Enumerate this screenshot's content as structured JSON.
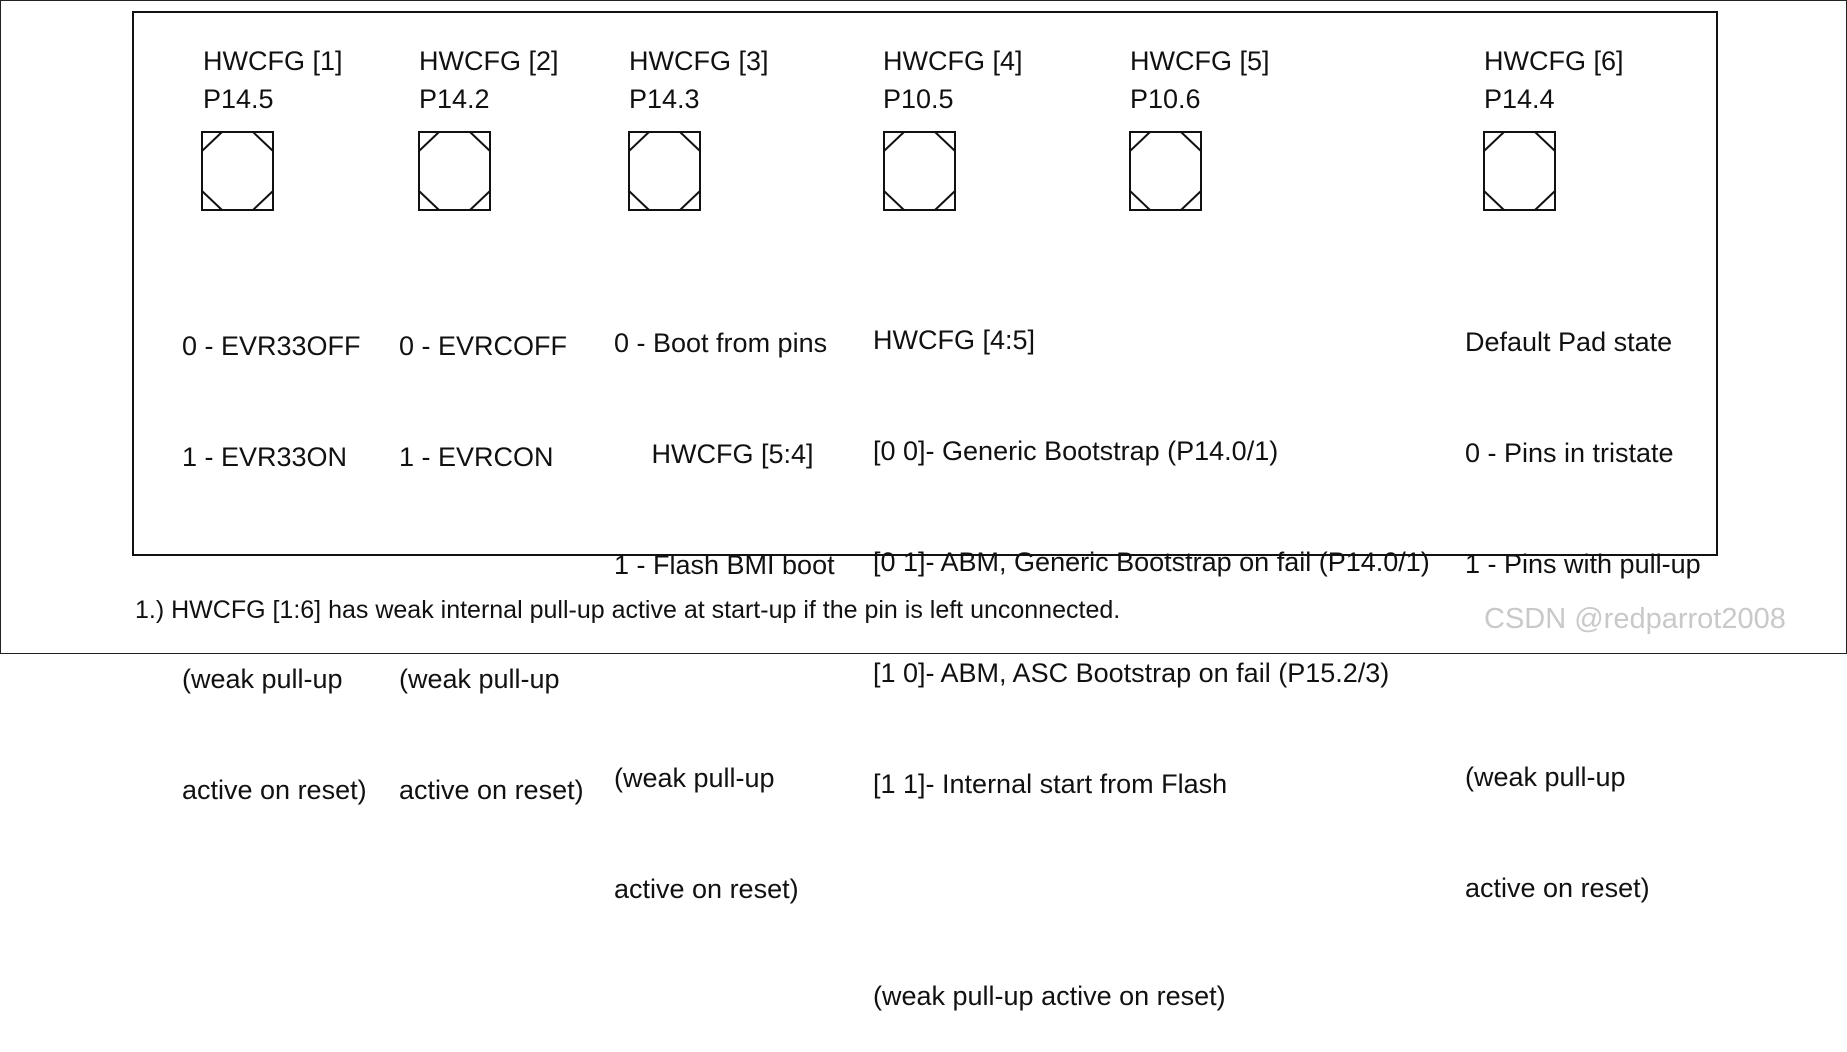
{
  "pins": [
    {
      "name": "HWCFG [1]",
      "port": "P14.5",
      "lines": [
        "0 - EVR33OFF",
        "1 - EVR33ON"
      ],
      "note": [
        "(weak pull-up",
        "active on reset)"
      ]
    },
    {
      "name": "HWCFG [2]",
      "port": "P14.2",
      "lines": [
        "0 - EVRCOFF",
        "1 - EVRCON"
      ],
      "note": [
        "(weak pull-up",
        "active on reset)"
      ]
    },
    {
      "name": "HWCFG [3]",
      "port": "P14.3",
      "lines": [
        "0 - Boot from pins",
        "     HWCFG [5:4]",
        "1 - Flash BMI boot"
      ],
      "note": [
        "(weak pull-up",
        "active on reset)"
      ]
    },
    {
      "name": "HWCFG [4]",
      "port": "P10.5"
    },
    {
      "name": "HWCFG [5]",
      "port": "P10.6"
    },
    {
      "name": "HWCFG [6]",
      "port": "P14.4",
      "lines": [
        "Default Pad state",
        "0 - Pins in tristate",
        "1 - Pins with pull-up"
      ],
      "note": [
        "(weak pull-up",
        "active on reset)"
      ]
    }
  ],
  "combined": {
    "title": "HWCFG [4:5]",
    "lines": [
      "[0 0]- Generic Bootstrap (P14.0/1)",
      "[0 1]- ABM, Generic Bootstrap on fail (P14.0/1)",
      "[1 0]- ABM, ASC Bootstrap on fail (P15.2/3)",
      "[1 1]- Internal start from Flash"
    ],
    "note": "(weak pull-up active on reset)"
  },
  "footnote": "1.) HWCFG [1:6] has weak internal pull-up active at start-up if the pin is left unconnected.",
  "watermark": "CSDN @redparrot2008"
}
